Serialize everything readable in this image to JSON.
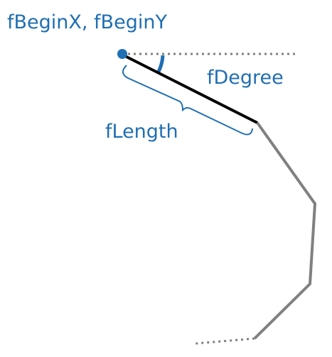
{
  "labels": {
    "begin_point": "fBeginX, fBeginY",
    "angle": "fDegree",
    "length": "fLength"
  },
  "colors": {
    "accent": "#1f6fb2",
    "main_segment": "#000000",
    "continuation": "#808080",
    "reference_line": "#808080"
  }
}
